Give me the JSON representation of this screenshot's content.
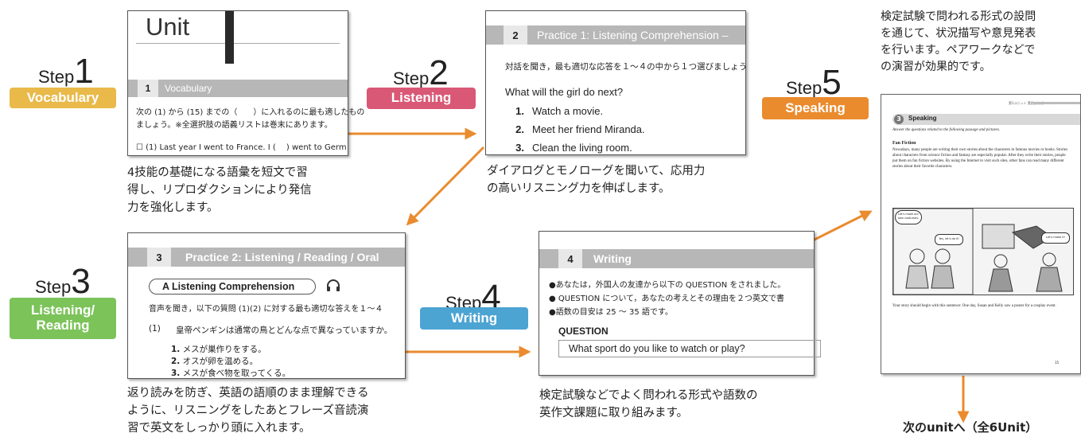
{
  "colors": {
    "arrow": "#ea8b2e",
    "step1": "#e9b949",
    "step2": "#d95876",
    "step3": "#7cc35a",
    "step4": "#4ca4d3",
    "step5": "#ea8b2e"
  },
  "steps": [
    {
      "word": "Step",
      "num": "1",
      "label": "Vocabulary"
    },
    {
      "word": "Step",
      "num": "2",
      "label": "Listening"
    },
    {
      "word": "Step",
      "num": "3",
      "label": "Listening/\nReading"
    },
    {
      "word": "Step",
      "num": "4",
      "label": "Writing"
    },
    {
      "word": "Step",
      "num": "5",
      "label": "Speaking"
    }
  ],
  "card1": {
    "unit_title": "Unit",
    "section_num": "1",
    "section_title": "Vocabulary",
    "line1": "次の (1) から (15) までの（　　）に入れるのに最も適したもの",
    "line2": "ましょう。※全選択肢の語義リストは巻末にあります。",
    "line3": "☐ (1)  Last year I went to France. I (　 ) went to Germ"
  },
  "card2": {
    "section_num": "2",
    "section_title": "Practice 1: Listening Comprehension –",
    "instruction": "対話を聞き，最も適切な応答を１～４の中から１つ選びましょう",
    "question": "What will the girl do next?",
    "options": [
      {
        "n": "1.",
        "t": "Watch a movie."
      },
      {
        "n": "2.",
        "t": "Meet her friend Miranda."
      },
      {
        "n": "3.",
        "t": "Clean the living room."
      }
    ]
  },
  "card3": {
    "section_num": "3",
    "section_title": "Practice 2: Listening / Reading / Oral",
    "pill": "A  Listening Comprehension",
    "instruction": "音声を聞き，以下の質問 (1)(2) に対する最も適切な答えを１～４",
    "qnum": "(1)",
    "question": "皇帝ペンギンは通常の鳥とどんな点で異なっていますか。",
    "options": [
      {
        "n": "1.",
        "t": "メスが巣作りをする。"
      },
      {
        "n": "2.",
        "t": "オスが卵を温める。"
      },
      {
        "n": "3.",
        "t": "メスが食べ物を取ってくる。"
      }
    ]
  },
  "card4": {
    "section_num": "4",
    "section_title": "Writing",
    "line1": "●あなたは，外国人の友達から以下の QUESTION をされました。",
    "line2": "● QUESTION について，あなたの考えとその理由を２つ英文で書",
    "line3": "●語数の目安は 25 ～ 35 語です。",
    "question_label": "QUESTION",
    "question": "What sport do you like to watch or play?"
  },
  "card5": {
    "header_right": "第1ユニット  実践力育成レベル",
    "section_num": "3",
    "section_title": "Speaking",
    "instruction": "Answer the questions related to the following passage and pictures.",
    "passage_title": "Fan Fiction",
    "passage": "Nowadays, many people are writing their own stories about the characters in famous movies or books. Stories about characters from science fiction and fantasy are especially popular. After they write their stories, people put them on fan fiction websites. By using the Internet to visit such sites, other fans can read many different stories about their favorite characters.",
    "bubble1": "Let's make our own costumes.",
    "bubble2": "Yes, let's do it!",
    "bubble3": "Let's make it!",
    "footer": "Your story should begin with this sentence: One day, Susan and Kelly saw a poster for a cosplay event.",
    "page": "15"
  },
  "captions": {
    "c1": "4技能の基礎になる語彙を短文で習\n得し、リプロダクションにより発信\n力を強化します。",
    "c2": "ダイアログとモノローグを聞いて、応用力\nの高いリスニング力を伸ばします。",
    "c3": "返り読みを防ぎ、英語の語順のまま理解できる\nように、リスニングをしたあとフレーズ音読演\n習で英文をしっかり頭に入れます。",
    "c4": "検定試験などでよく問われる形式や語数の\n英作文課題に取り組みます。",
    "c5": "検定試験で問われる形式の設問\nを通じて、状況描写や意見発表\nを行います。ペアワークなどで\nの演習が効果的です。",
    "next": "次のunitへ（全6Unit）"
  }
}
